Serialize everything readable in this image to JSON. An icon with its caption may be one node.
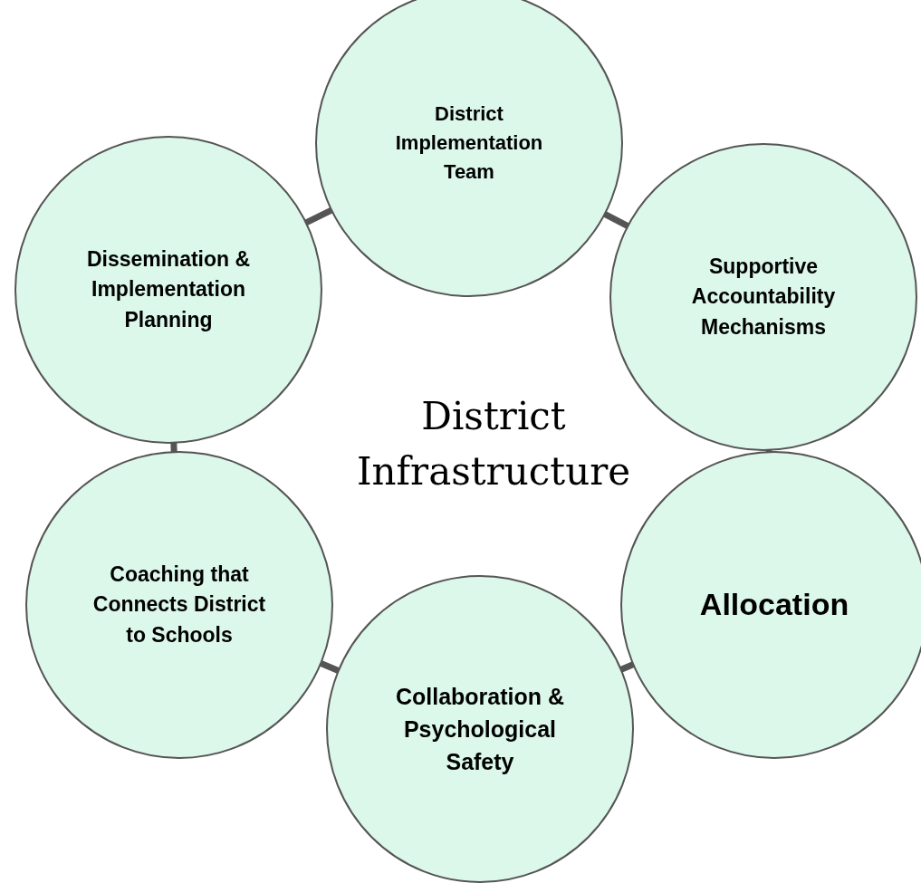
{
  "diagram": {
    "nodes": [
      {
        "text": [
          "District Implementation Team"
        ]
      },
      {
        "text": [
          "Supportive Accountability Mechanisms"
        ]
      },
      {
        "text": [
          "Allocation"
        ]
      },
      {
        "text": [
          "Collaboration & Psychological Safety"
        ]
      },
      {
        "text": [
          "Coaching that Connects District to Schools"
        ]
      },
      {
        "text": [
          "Dissemination & Implementation Planning"
        ]
      }
    ],
    "edges": [
      {
        "from": 0,
        "to": 1,
        "arrow": "none"
      },
      {
        "from": 1,
        "to": 2,
        "arrow": "none"
      },
      {
        "from": 2,
        "to": 3,
        "arrow": "none"
      },
      {
        "from": 3,
        "to": 4,
        "arrow": "none"
      },
      {
        "from": 4,
        "to": 5,
        "arrow": "none"
      },
      {
        "from": 5,
        "to": 0,
        "arrow": "none"
      }
    ],
    "labels": [
      "District Infrastructure"
    ]
  }
}
